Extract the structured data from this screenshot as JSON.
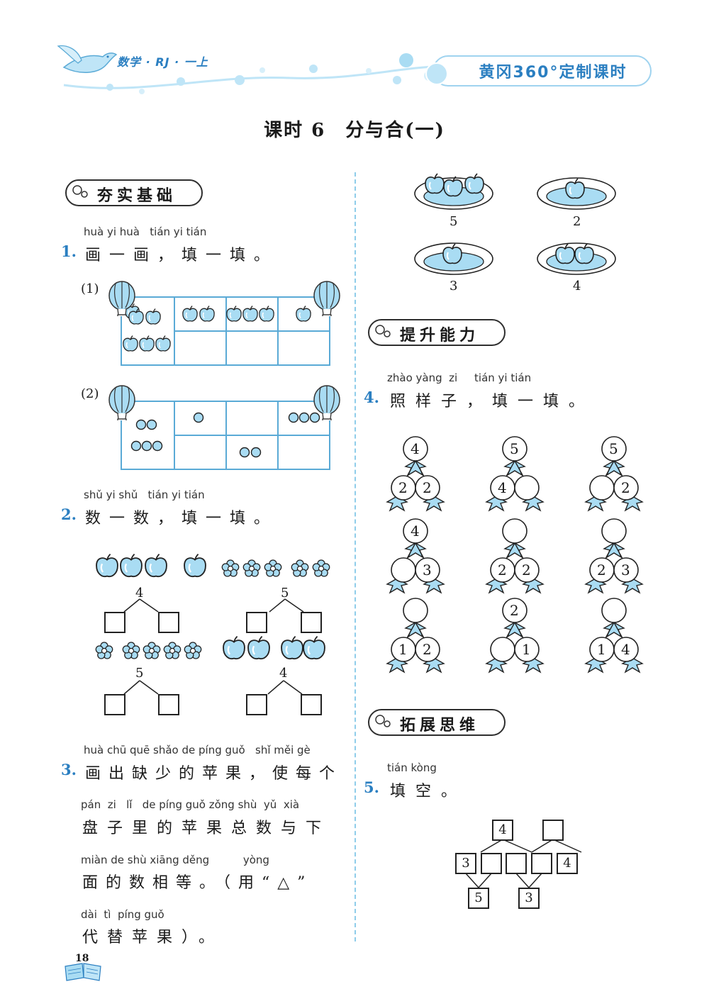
{
  "header": {
    "subject": "数学 · RJ · 一上",
    "brand": "黄冈360°定制课时"
  },
  "lesson": {
    "number": "课时 6",
    "title": "分与合(一)"
  },
  "sections": {
    "basic": "夯实基础",
    "improve": "提升能力",
    "extend": "拓展思维"
  },
  "q1": {
    "num": "1.",
    "pinyin": "huà yi huà   tián yi tián",
    "text": "画一画，填一填。",
    "part1": "(1)",
    "part2": "(2)"
  },
  "q2": {
    "num": "2.",
    "pinyin": "shǔ yi shǔ   tián yi tián",
    "text": "数一数，填一填。",
    "totals": [
      "4",
      "5",
      "5",
      "4"
    ]
  },
  "q3": {
    "num": "3.",
    "lines": [
      {
        "pinyin": "huà chū quē shǎo de píng guǒ   shǐ měi gè",
        "text": "画出缺少的苹果，使每个"
      },
      {
        "pinyin": "pán  zi   lǐ   de píng guǒ zǒng shù  yǔ  xià",
        "text": "盘子里的苹果总数与下"
      },
      {
        "pinyin": "miàn de shù xiāng děng          yòng",
        "text": "面的数相等。（用“△”"
      },
      {
        "pinyin": "dài  tì  píng guǒ",
        "text": "代替苹果）。"
      }
    ],
    "plates": [
      "5",
      "2",
      "3",
      "4"
    ]
  },
  "q4": {
    "num": "4.",
    "pinyin": "zhào yàng  zi     tián yi tián",
    "text": "照样子，填一填。",
    "trees": [
      [
        "4",
        "2",
        "2"
      ],
      [
        "5",
        "4",
        ""
      ],
      [
        "5",
        "",
        "2"
      ],
      [
        "4",
        "",
        "3"
      ],
      [
        "",
        "2",
        "2"
      ],
      [
        "",
        "2",
        "3"
      ],
      [
        "",
        "1",
        "2"
      ],
      [
        "2",
        "",
        "1"
      ],
      [
        "",
        "1",
        "4"
      ]
    ]
  },
  "q5": {
    "num": "5.",
    "pinyin": "tián kòng",
    "text": "填空。",
    "top": [
      "4",
      ""
    ],
    "mid": [
      "3",
      "",
      "",
      "",
      "4"
    ],
    "bottom": [
      "5",
      "3"
    ]
  },
  "page_number": "18",
  "colors": {
    "accent": "#2b7fc1",
    "apple": "#a9dcf3",
    "line": "#5aaad6"
  }
}
